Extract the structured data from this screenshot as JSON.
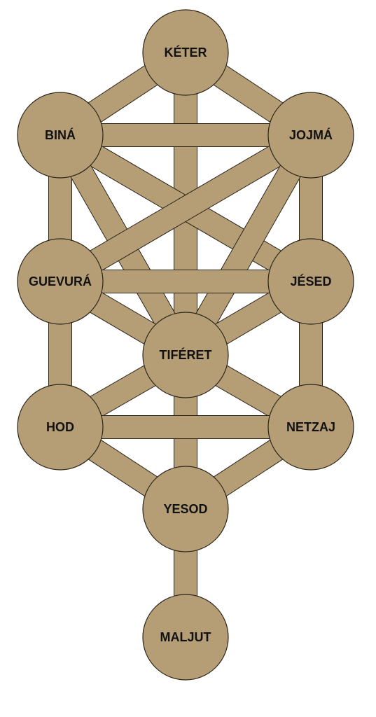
{
  "colors": {
    "fill": "#b59e76",
    "stroke": "#2a2418",
    "label": "#111111",
    "background": "#ffffff"
  },
  "sefirot": {
    "keter": "KÉTER",
    "bina": "BINÁ",
    "jojma": "JOJMÁ",
    "guevura": "GUEVURÁ",
    "jesed": "JÉSED",
    "tiferet": "TIFÉRET",
    "hod": "HOD",
    "netzaj": "NETZAJ",
    "yesod": "YESOD",
    "maljut": "MALJUT"
  }
}
